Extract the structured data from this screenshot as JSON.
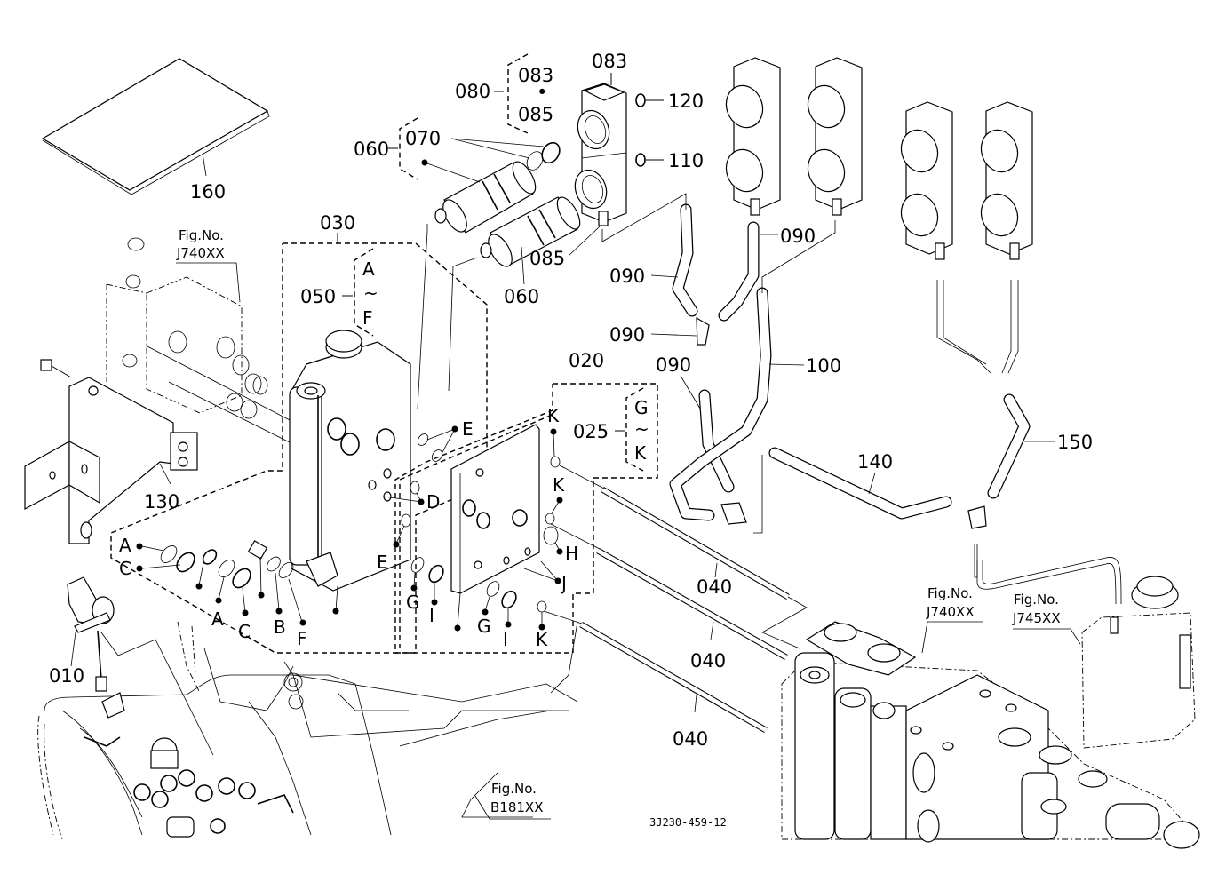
{
  "diagram": {
    "type": "exploded parts diagram",
    "drawing_code": "3J230-459-12",
    "part_labels": [
      {
        "id": "p160",
        "text": "160"
      },
      {
        "id": "p080",
        "text": "080"
      },
      {
        "id": "p080_a",
        "text": "083"
      },
      {
        "id": "p080_sep",
        "text": "•"
      },
      {
        "id": "p080_b",
        "text": "085"
      },
      {
        "id": "p083",
        "text": "083"
      },
      {
        "id": "p120",
        "text": "120"
      },
      {
        "id": "p110",
        "text": "110"
      },
      {
        "id": "p060_top",
        "text": "060"
      },
      {
        "id": "p070",
        "text": "070"
      },
      {
        "id": "p060_bot",
        "text": "060"
      },
      {
        "id": "p085",
        "text": "085"
      },
      {
        "id": "p030",
        "text": "030"
      },
      {
        "id": "p050",
        "text": "050"
      },
      {
        "id": "p020",
        "text": "020"
      },
      {
        "id": "p025",
        "text": "025"
      },
      {
        "id": "p090_a",
        "text": "090"
      },
      {
        "id": "p090_b",
        "text": "090"
      },
      {
        "id": "p090_c",
        "text": "090"
      },
      {
        "id": "p090_d",
        "text": "090"
      },
      {
        "id": "p100",
        "text": "100"
      },
      {
        "id": "p140",
        "text": "140"
      },
      {
        "id": "p150",
        "text": "150"
      },
      {
        "id": "p130",
        "text": "130"
      },
      {
        "id": "p010",
        "text": "010"
      },
      {
        "id": "p040_a",
        "text": "040"
      },
      {
        "id": "p040_b",
        "text": "040"
      },
      {
        "id": "p040_c",
        "text": "040"
      }
    ],
    "kit_ranges": {
      "k050": {
        "from": "A",
        "tilde": "~",
        "to": "F"
      },
      "k025": {
        "from": "G",
        "tilde": "~",
        "to": "K"
      }
    },
    "seal_letters": {
      "left_A1": "A",
      "left_C1": "C",
      "left_A2": "A",
      "left_C2": "C",
      "left_B": "B",
      "left_F": "F",
      "E1": "E",
      "E2": "E",
      "D": "D",
      "G1": "G",
      "I1": "I",
      "G2": "G",
      "I2": "I",
      "H": "H",
      "J": "J",
      "K1": "K",
      "K2": "K",
      "K3": "K"
    },
    "figure_refs": [
      {
        "id": "ref_j740_top",
        "line1": "Fig.No.",
        "line2": "J740XX"
      },
      {
        "id": "ref_j740_bot",
        "line1": "Fig.No.",
        "line2": "J740XX"
      },
      {
        "id": "ref_j745",
        "line1": "Fig.No.",
        "line2": "J745XX"
      },
      {
        "id": "ref_b181",
        "line1": "Fig.No.",
        "line2": "B181XX"
      }
    ]
  }
}
